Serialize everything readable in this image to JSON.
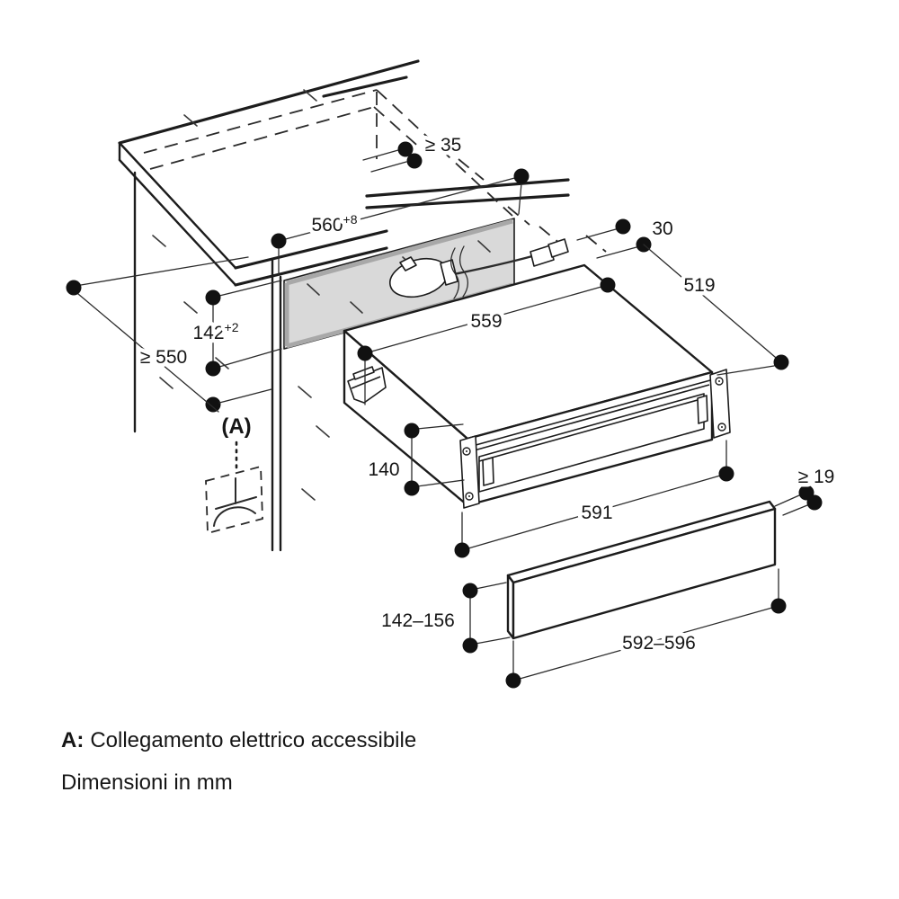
{
  "figure": {
    "type": "appliance-installation-diagram",
    "units_note": "Dimensioni in mm"
  },
  "legend": {
    "a_label": "(A)",
    "a_key": "A:",
    "a_text": "Collegamento elettrico accessibile"
  },
  "dims": {
    "top_clearance": "≥ 35",
    "niche_width_value": "560",
    "niche_width_sup": "+8",
    "worktop_overhang": "30",
    "appliance_depth": "519",
    "niche_height_value": "142",
    "niche_height_sup": "+2",
    "cabinet_depth": "≥ 550",
    "appliance_top_width": "559",
    "appliance_height": "140",
    "appliance_front_width": "591",
    "panel_clearance": "≥ 19",
    "panel_height_range": "142–156",
    "panel_width_range": "592–596"
  },
  "icons": {
    "plug": "power-plug-icon",
    "socket": "earthed-socket-symbol-icon"
  },
  "colors": {
    "line": "#1c1c1c",
    "niche_panel_fill": "#d9d9d9",
    "niche_panel_edge": "#a8a8a8",
    "background": "#ffffff"
  }
}
